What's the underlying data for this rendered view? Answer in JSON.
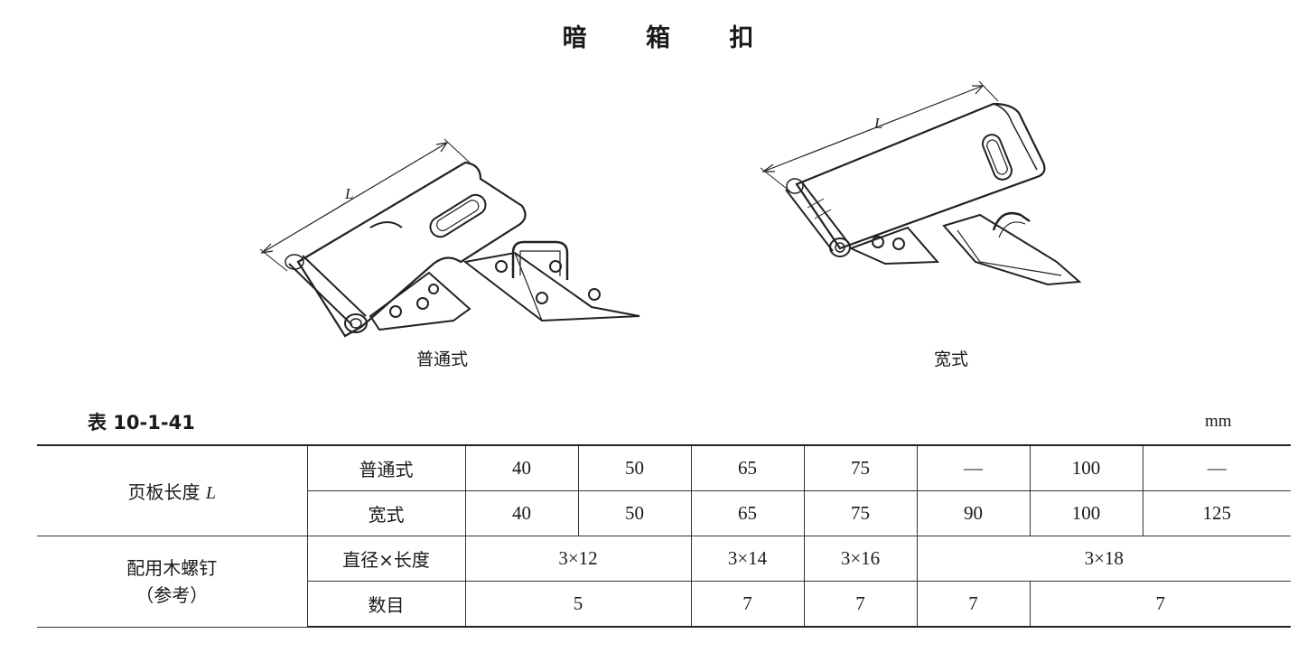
{
  "title": "暗 箱 扣",
  "figures": {
    "left": {
      "caption": "普通式",
      "dimension_label": "L"
    },
    "right": {
      "caption": "宽式",
      "dimension_label": "L"
    }
  },
  "table_id": "表 10-1-41",
  "unit": "mm",
  "table": {
    "plate_length_label": "页板长度",
    "plate_length_symbol": "L",
    "rows": {
      "normal": {
        "label": "普通式",
        "values": [
          "40",
          "50",
          "65",
          "75",
          "—",
          "100",
          "—"
        ]
      },
      "wide": {
        "label": "宽式",
        "values": [
          "40",
          "50",
          "65",
          "75",
          "90",
          "100",
          "125"
        ]
      },
      "screw_size": {
        "label": "直径×长度",
        "values": [
          "3×12",
          "3×14",
          "3×16",
          "3×18"
        ]
      },
      "screw_count": {
        "label": "数目",
        "values": [
          "5",
          "7",
          "7",
          "7",
          "7"
        ]
      }
    },
    "screws_label_line1": "配用木螺钉",
    "screws_label_line2": "（参考）"
  }
}
